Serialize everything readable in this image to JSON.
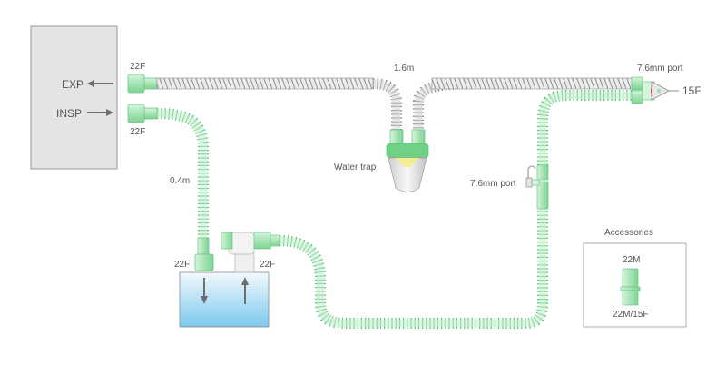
{
  "colors": {
    "ventilator_fill": "#e4e4e6",
    "ventilator_stroke": "#9a9a9a",
    "tube_green": "#9fdcae",
    "tube_green_dark": "#4fbf6d",
    "tube_grey": "#d6d6d6",
    "tube_grey_dark": "#8d8d8d",
    "connector_green": "#b8ecc3",
    "water_top": "#eef7fc",
    "water_bottom": "#79c7ee",
    "arrow_grey": "#6e6e6e",
    "text": "#555555"
  },
  "ventilator": {
    "exp_label": "EXP",
    "insp_label": "INSP"
  },
  "labels": {
    "exp_connector": "22F",
    "insp_connector": "22F",
    "insp_tube_length": "0.4m",
    "circuit_length": "1.6m",
    "water_trap": "Water trap",
    "y_piece_port": "7.6mm port",
    "y_piece_patient": "15F",
    "limb_port": "7.6mm port",
    "humidifier_in": "22F",
    "humidifier_out": "22F"
  },
  "accessories": {
    "title": "Accessories",
    "top_label": "22M",
    "bottom_label": "22M/15F"
  }
}
